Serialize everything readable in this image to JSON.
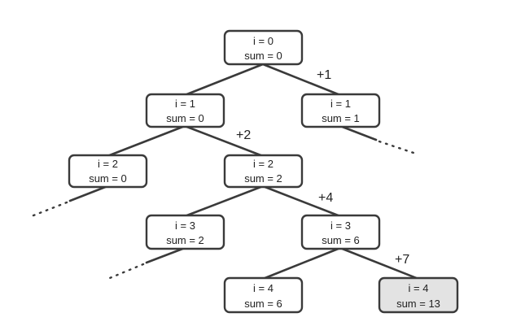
{
  "nodes": [
    {
      "id": "n0",
      "i": "i = 0",
      "sum": "sum = 0"
    },
    {
      "id": "n1a",
      "i": "i = 1",
      "sum": "sum = 0"
    },
    {
      "id": "n1b",
      "i": "i = 1",
      "sum": "sum = 1"
    },
    {
      "id": "n2a",
      "i": "i = 2",
      "sum": "sum = 0"
    },
    {
      "id": "n2b",
      "i": "i = 2",
      "sum": "sum = 2"
    },
    {
      "id": "n3a",
      "i": "i = 3",
      "sum": "sum = 2"
    },
    {
      "id": "n3b",
      "i": "i = 3",
      "sum": "sum = 6"
    },
    {
      "id": "n4a",
      "i": "i = 4",
      "sum": "sum = 6"
    },
    {
      "id": "n4b",
      "i": "i = 4",
      "sum": "sum = 13",
      "highlighted": true
    }
  ],
  "increments": [
    "+1",
    "+2",
    "+4",
    "+7"
  ],
  "colors": {
    "line": "#3a3a3a",
    "highlight_fill": "#e3e3e3"
  }
}
